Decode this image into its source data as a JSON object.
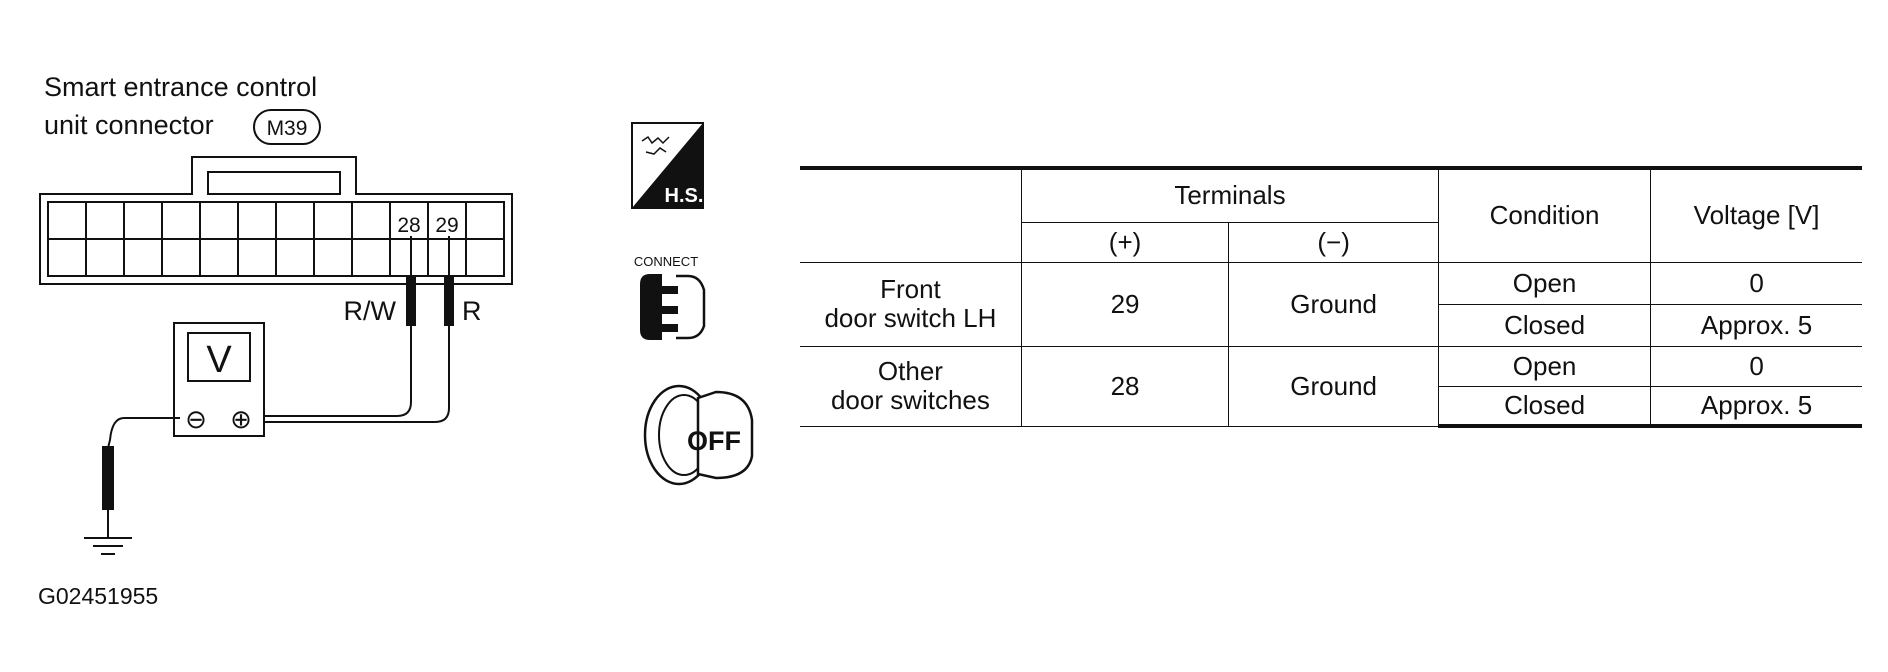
{
  "connector_label": {
    "line1": "Smart entrance control",
    "line2": "unit connector",
    "code": "M39"
  },
  "connector": {
    "pin_a": "28",
    "pin_b": "29",
    "wire_a": "R/W",
    "wire_b": "R"
  },
  "meter": {
    "symbol": "V",
    "neg": "⊖",
    "pos": "⊕"
  },
  "icons": {
    "hs_badge": "H.S.",
    "connect_label": "CONNECT",
    "key_label": "OFF"
  },
  "figure_id": "G02451955",
  "table": {
    "header": {
      "terminals": "Terminals",
      "plus": "(+)",
      "minus": "(−)",
      "condition": "Condition",
      "voltage": "Voltage [V]"
    },
    "rows": [
      {
        "item_line1": "Front",
        "item_line2": "door switch LH",
        "plus": "29",
        "minus": "Ground",
        "cond_a": "Open",
        "volt_a": "0",
        "cond_b": "Closed",
        "volt_b": "Approx. 5"
      },
      {
        "item_line1": "Other",
        "item_line2": "door switches",
        "plus": "28",
        "minus": "Ground",
        "cond_a": "Open",
        "volt_a": "0",
        "cond_b": "Closed",
        "volt_b": "Approx. 5"
      }
    ]
  }
}
